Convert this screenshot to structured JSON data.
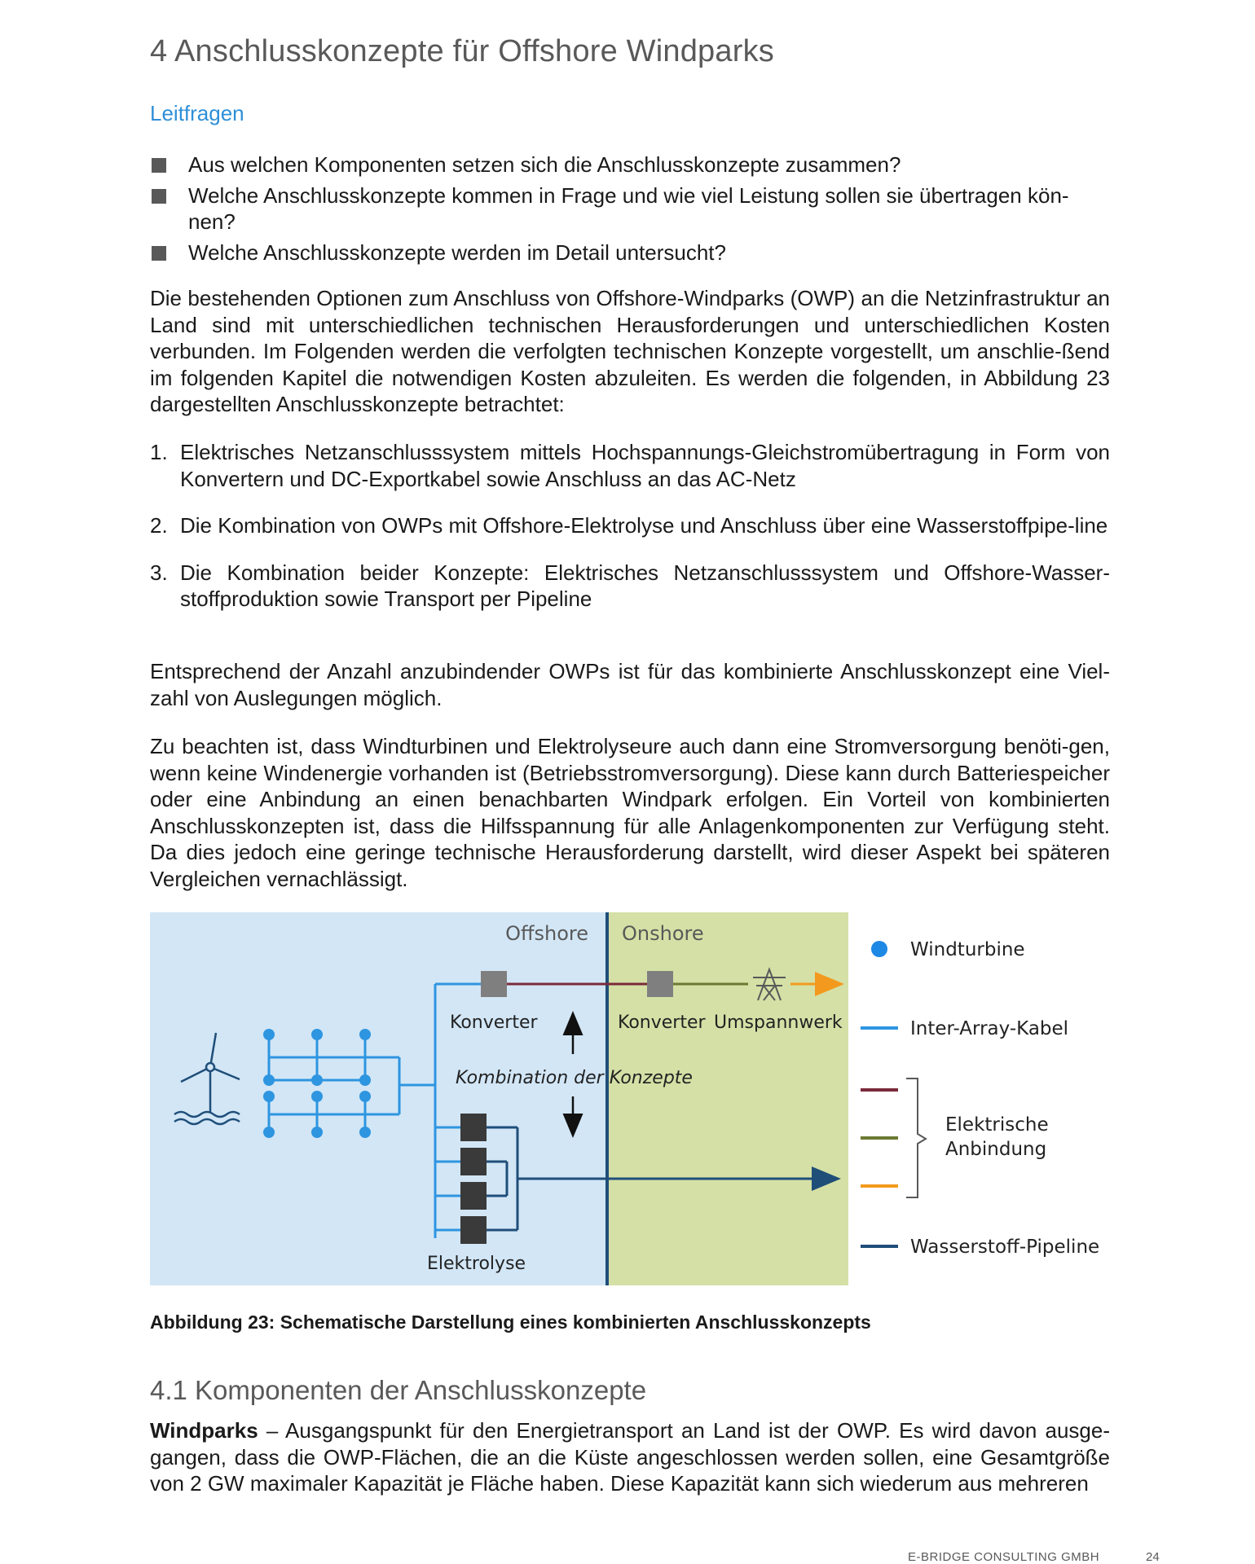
{
  "chapter_title": "4  Anschlusskonzepte für Offshore Windparks",
  "leitfragen_heading": "Leitfragen",
  "leitfragen": [
    "Aus welchen Komponenten setzen sich die Anschlusskonzepte zusammen?",
    "Welche Anschlusskonzepte kommen in Frage und wie viel Leistung sollen sie übertragen kön-nen?",
    "Welche Anschlusskonzepte werden im Detail untersucht?"
  ],
  "para_intro": "Die bestehenden Optionen zum Anschluss von Offshore-Windparks (OWP) an die Netzinfrastruktur an Land sind mit unterschiedlichen technischen Herausforderungen und unterschiedlichen Kosten verbunden. Im Folgenden werden die verfolgten technischen Konzepte vorgestellt, um anschlie-ßend im folgenden Kapitel die notwendigen Kosten abzuleiten. Es werden die folgenden, in Abbildung 23 dargestellten Anschlusskonzepte betrachtet:",
  "concepts": [
    {
      "num": "1.",
      "text": "Elektrisches Netzanschlusssystem mittels Hochspannungs-Gleichstromübertragung in Form von Konvertern und DC-Exportkabel sowie Anschluss an das AC-Netz"
    },
    {
      "num": "2.",
      "text": "Die Kombination von OWPs mit Offshore-Elektrolyse und Anschluss über eine Wasserstoffpipe-line"
    },
    {
      "num": "3.",
      "text": "Die Kombination beider Konzepte: Elektrisches Netzanschlusssystem und Offshore-Wasser-stoffproduktion sowie Transport per Pipeline"
    }
  ],
  "para_vielzahl": "Entsprechend der Anzahl anzubindender OWPs ist für das kombinierte Anschlusskonzept eine Viel-zahl von Auslegungen möglich.",
  "para_strom": "Zu beachten ist, dass Windturbinen und Elektrolyseure auch dann eine Stromversorgung benöti-gen, wenn keine Windenergie vorhanden ist (Betriebsstromversorgung). Diese kann durch Batteriespeicher oder eine Anbindung an einen benachbarten Windpark erfolgen. Ein Vorteil von kombinierten Anschlusskonzepten ist, dass die Hilfsspannung für alle Anlagenkomponenten zur Verfügung steht. Da dies jedoch eine geringe technische Herausforderung darstellt, wird dieser Aspekt bei späteren Vergleichen vernachlässigt.",
  "figure": {
    "offshore_label": "Offshore",
    "onshore_label": "Onshore",
    "konverter_offshore": "Konverter",
    "konverter_onshore": "Konverter",
    "umspannwerk": "Umspannwerk",
    "kombination": "Kombination der Konzepte",
    "elektrolyse": "Elektrolyse",
    "colors": {
      "offshore_bg": "#d2e6f6",
      "onshore_bg": "#d5e0a6",
      "inter_array": "#2e95e0",
      "electric_dark_red": "#7a2a3a",
      "electric_olive": "#6b7a32",
      "electric_orange": "#f39a1e",
      "hydrogen": "#1f4e79",
      "windturbine_dot": "#1e88e5"
    },
    "legend": {
      "windturbine": "Windturbine",
      "inter_array": "Inter-Array-Kabel",
      "elektrische_anbindung": "Elektrische Anbindung",
      "wasserstoff": "Wasserstoff-Pipeline"
    }
  },
  "caption": "Abbildung 23: Schematische Darstellung eines kombinierten Anschlusskonzepts",
  "section_title": "4.1  Komponenten der Anschlusskonzepte",
  "windparks_bold": "Windparks",
  "windparks_text": " – Ausgangspunkt für den Energietransport an Land ist der OWP. Es wird davon ausge-gangen, dass die OWP-Flächen, die an die Küste angeschlossen werden sollen, eine Gesamtgröße von 2 GW maximaler Kapazität je Fläche haben. Diese Kapazität kann sich wiederum aus mehreren",
  "footer_company": "E-BRIDGE CONSULTING GMBH",
  "footer_page": "24"
}
